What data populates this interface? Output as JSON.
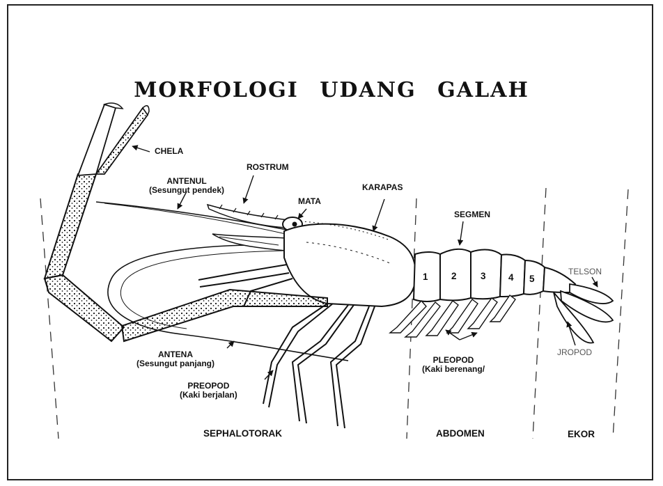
{
  "title": "MORFOLOGI UDANG GALAH",
  "labels": {
    "chela": "CHELA",
    "rostrum": "ROSTRUM",
    "antenul": "ANTENUL",
    "antenul_sub": "(Sesungut pendek)",
    "mata": "MATA",
    "karapas": "KARAPAS",
    "segmen": "SEGMEN",
    "telson": "TELSON",
    "uropod": "JROPOD",
    "antena": "ANTENA",
    "antena_sub": "(Sesungut panjang)",
    "preopod": "PREOPOD",
    "preopod_sub": "(Kaki berjalan)",
    "pleopod": "PLEOPOD",
    "pleopod_sub": "(Kaki berenang/",
    "sephalotorak": "SEPHALOTORAK",
    "abdomen": "ABDOMEN",
    "ekor": "EKOR"
  },
  "segments": [
    "1",
    "2",
    "3",
    "4",
    "5"
  ]
}
